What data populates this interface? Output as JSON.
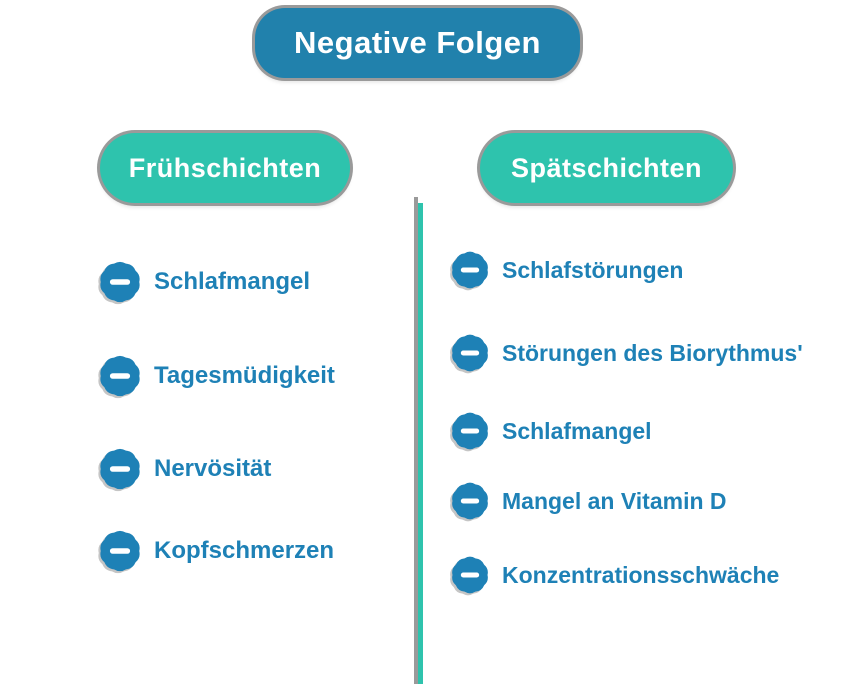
{
  "title": {
    "label": "Negative Folgen"
  },
  "colors": {
    "blue": "#2181ac",
    "teal": "#2ec3ad",
    "item_blue": "#1e81b6",
    "shadow_gray": "#9a9a9a",
    "white": "#ffffff"
  },
  "icons": {
    "bullet": "minus-circle-badge-icon"
  },
  "columns": [
    {
      "header": "Frühschichten",
      "items": [
        "Schlafmangel",
        "Tagesmüdigkeit",
        "Nervösität",
        "Kopfschmerzen"
      ]
    },
    {
      "header": "Spätschichten",
      "items": [
        "Schlafstörungen",
        "Störungen des Biorythmus'",
        "Schlafmangel",
        "Mangel an Vitamin D",
        "Konzentrationsschwäche"
      ]
    }
  ]
}
